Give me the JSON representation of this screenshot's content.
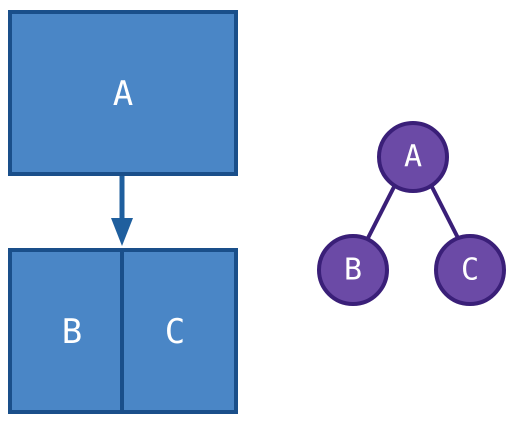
{
  "colors": {
    "box_fill": "#4a86c6",
    "box_stroke": "#1a4f8a",
    "arrow": "#1f5f9e",
    "node_fill": "#6b4aa6",
    "node_stroke": "#3a1f78",
    "edge": "#3a1f78",
    "label": "#ffffff"
  },
  "block_diagram": {
    "top_box": {
      "label": "A"
    },
    "bottom_box": {
      "left_label": "B",
      "right_label": "C"
    }
  },
  "tree_diagram": {
    "root": {
      "label": "A"
    },
    "left_child": {
      "label": "B"
    },
    "right_child": {
      "label": "C"
    }
  }
}
